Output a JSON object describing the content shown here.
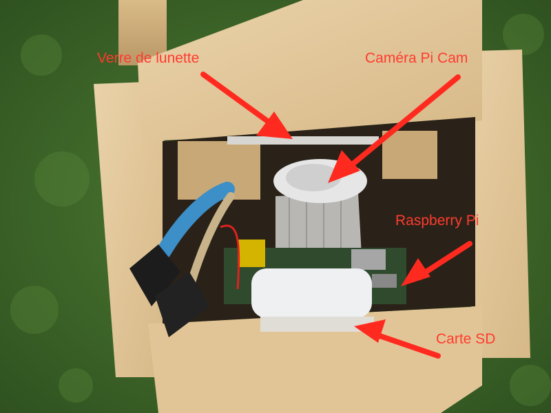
{
  "annotations": {
    "verre": "Verre de lunette",
    "camera": "Caméra Pi Cam",
    "raspberry": "Raspberry Pi",
    "sd": "Carte SD"
  },
  "colors": {
    "label": "#ff3b2f",
    "arrow": "#ff2a1f",
    "grass": "#3f6a2a",
    "wood": "#e3c79c",
    "wood_dark": "#c9a877",
    "interior": "#2a2218",
    "cable_gray": "#b9b7b3",
    "lid": "#eef0f2",
    "cable_blue": "#3c8fc7",
    "connector_black": "#1c1c1c"
  }
}
